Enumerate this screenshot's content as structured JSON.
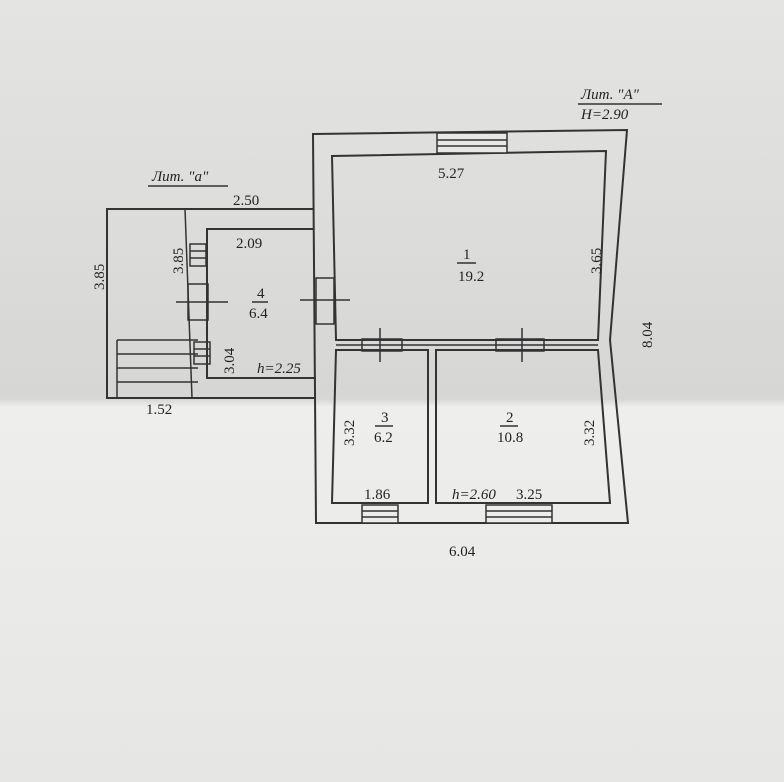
{
  "building_main": {
    "name": "Лит. \"А\"",
    "height": "H=2.90"
  },
  "building_annex": {
    "name": "Лит. \"а\"",
    "height": "h=2.25"
  },
  "rooms": [
    {
      "number": "1",
      "area": "19.2"
    },
    {
      "number": "2",
      "area": "10.8"
    },
    {
      "number": "3",
      "area": "6.2"
    },
    {
      "number": "4",
      "area": "6.4"
    }
  ],
  "dimensions": {
    "main_width_top": "5.27",
    "room1_height": "3.65",
    "main_total_height": "8.04",
    "main_total_width": "6.04",
    "room3_height": "3.32",
    "room2_height": "3.32",
    "room3_width": "1.86",
    "room2_width": "3.25",
    "room_height_h": "h=2.60",
    "annex_width_outer": "2.50",
    "annex_width_inner": "2.09",
    "annex_height_outer": "3.85",
    "annex_height_inner": "3.85",
    "annex_height_lower": "3.04",
    "annex_porch_width": "1.52"
  }
}
